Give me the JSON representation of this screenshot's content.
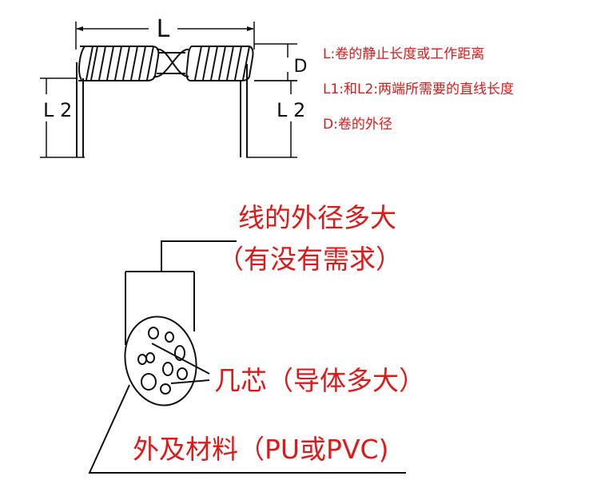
{
  "coil_diagram": {
    "label_L": "L",
    "label_D": "D",
    "label_L2_left": "L 2",
    "label_L2_right": "L 2"
  },
  "legend": {
    "items": [
      "L:卷的静止长度或工作距离",
      "L1:和L2:两端所需要的直线长度",
      "D:卷的外径"
    ]
  },
  "cable_diagram": {
    "outer_diameter": "线的外径多大",
    "outer_diameter_note": "（有没有需求）",
    "cores": "几芯（导体多大）",
    "sheath": "外及材料（PU或PVC)"
  },
  "colors": {
    "annotation": "#e01818",
    "line": "#111111"
  }
}
